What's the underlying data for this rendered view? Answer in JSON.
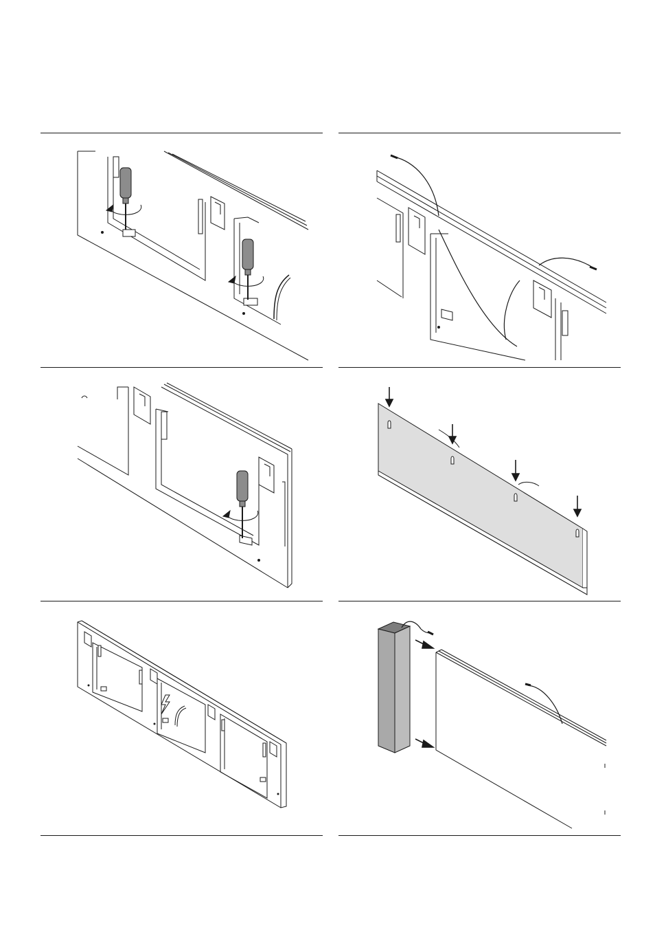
{
  "document": {
    "type": "installation-instructions-page",
    "panels": [
      {
        "id": "step-1",
        "depicts": "two-screwdrivers-turning-lower-brackets"
      },
      {
        "id": "step-2",
        "depicts": "cable-routed-along-top-of-frame"
      },
      {
        "id": "step-3",
        "depicts": "screwdriver-turning-bracket-right-frame"
      },
      {
        "id": "step-4",
        "depicts": "cover-panel-hung-on-four-hooks"
      },
      {
        "id": "step-5",
        "depicts": "full-frame-with-electrical-warning"
      },
      {
        "id": "step-6",
        "depicts": "side-column-attached-to-panel"
      }
    ]
  },
  "colors": {
    "line": "#1a1a1a",
    "panel_fill": "#dedede",
    "handle_fill": "#8c8c8c",
    "column_fill": "#a9a9a9",
    "column_top": "#7d7d7d"
  }
}
